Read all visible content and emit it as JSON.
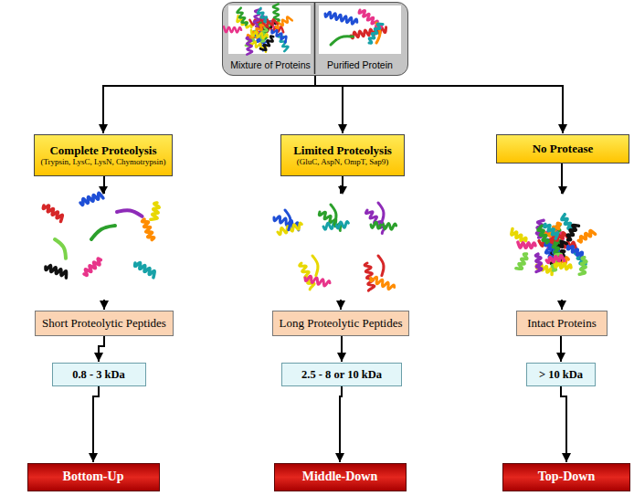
{
  "diagram": {
    "nodes": [
      {
        "text": [
          "Mixture of Proteins",
          "Purified Protein"
        ]
      },
      {
        "text": [
          "Complete Proteolysis",
          "(Trypsin, LysC, LysN, Chymotrypsin)"
        ]
      },
      {
        "text": [
          "Limited Proteolysis",
          "(GluC, AspN, OmpT, Sap9)"
        ]
      },
      {
        "text": [
          "No Protease"
        ]
      },
      {
        "text": [
          "Short Proteolytic Peptides"
        ]
      },
      {
        "text": [
          "Long Proteolytic Peptides"
        ]
      },
      {
        "text": [
          "Intact Proteins"
        ]
      },
      {
        "text": [
          "0.8 - 3 kDa"
        ]
      },
      {
        "text": [
          "2.5 - 8 or 10 kDa"
        ]
      },
      {
        "text": [
          "> 10 kDa"
        ]
      },
      {
        "text": [
          "Bottom-Up"
        ]
      },
      {
        "text": [
          "Middle-Down"
        ]
      },
      {
        "text": [
          "Top-Down"
        ]
      }
    ],
    "edges": [
      {
        "from": 0,
        "to": 1,
        "arrow": "to"
      },
      {
        "from": 0,
        "to": 2,
        "arrow": "to"
      },
      {
        "from": 0,
        "to": 3,
        "arrow": "to"
      },
      {
        "from": 1,
        "to": 4,
        "arrow": "to"
      },
      {
        "from": 2,
        "to": 5,
        "arrow": "to"
      },
      {
        "from": 3,
        "to": 6,
        "arrow": "to"
      },
      {
        "from": 4,
        "to": 7,
        "arrow": "to"
      },
      {
        "from": 5,
        "to": 8,
        "arrow": "to"
      },
      {
        "from": 6,
        "to": 9,
        "arrow": "to"
      },
      {
        "from": 7,
        "to": 10,
        "arrow": "to"
      },
      {
        "from": 8,
        "to": 11,
        "arrow": "to"
      },
      {
        "from": 9,
        "to": 12,
        "arrow": "to"
      }
    ]
  }
}
